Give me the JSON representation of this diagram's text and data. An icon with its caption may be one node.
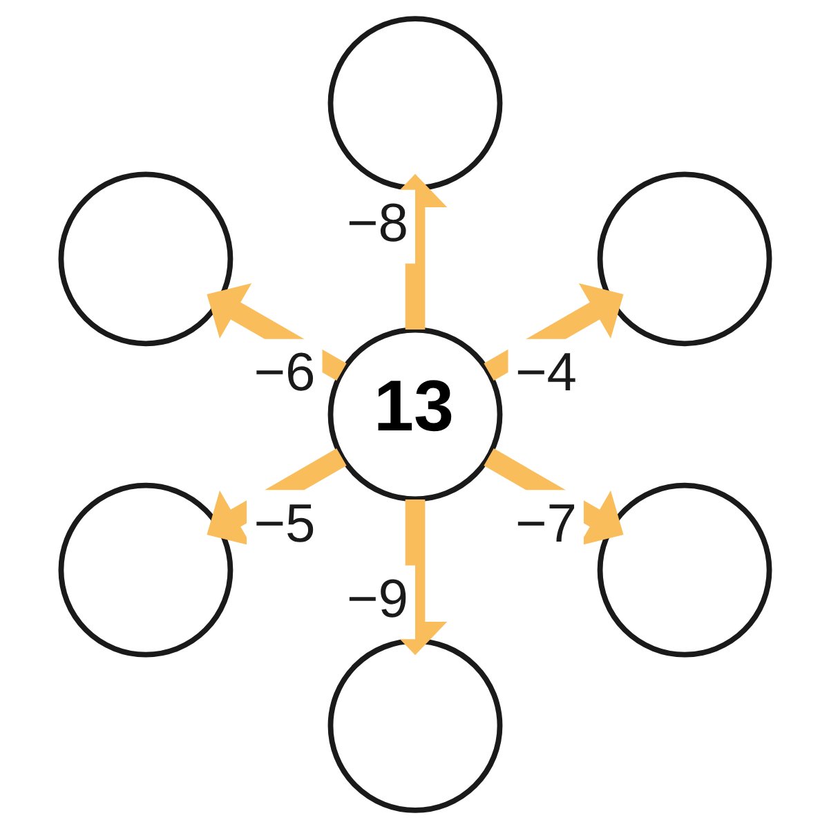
{
  "diagram": {
    "nodes": [
      {
        "text": [],
        "shape": "circle"
      },
      {
        "text": [],
        "shape": "circle"
      },
      {
        "text": [],
        "shape": "circle"
      },
      {
        "text": [
          "13"
        ]
      },
      {
        "text": [],
        "shape": "circle"
      },
      {
        "text": [],
        "shape": "circle"
      },
      {
        "text": [],
        "shape": "circle"
      }
    ],
    "edges": [
      {
        "from": 3,
        "to": 0,
        "arrow": "to",
        "label": "−8"
      },
      {
        "from": 3,
        "to": 1,
        "arrow": "to",
        "label": "−6"
      },
      {
        "from": 3,
        "to": 2,
        "arrow": "to",
        "label": "−4"
      },
      {
        "from": 3,
        "to": 4,
        "arrow": "to",
        "label": "−5"
      },
      {
        "from": 3,
        "to": 5,
        "arrow": "to",
        "label": "−7"
      },
      {
        "from": 3,
        "to": 6,
        "arrow": "to",
        "label": "−9"
      }
    ]
  }
}
